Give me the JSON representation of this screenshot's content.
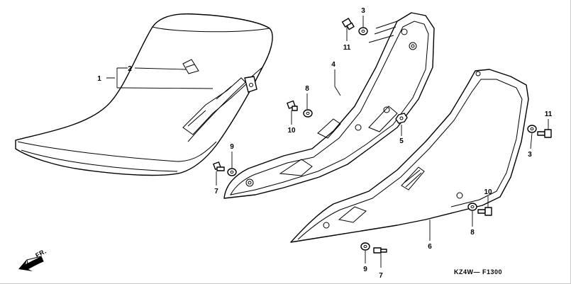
{
  "callouts": {
    "seat_1": "1",
    "seat_2": "2",
    "bolt_3_top": "3",
    "frame_4": "4",
    "nut_5": "5",
    "cover_6": "6",
    "screw_7_left": "7",
    "washer_8_top": "8",
    "washer_9_left": "9",
    "bolt_10_left": "10",
    "bolt_11_top": "11",
    "bolt_11_right": "11",
    "bolt_3_right": "3",
    "bolt_10_right": "10",
    "washer_8_right": "8",
    "cover_6_label": "6",
    "washer_9_bottom": "9",
    "screw_7_bottom": "7"
  },
  "front_indicator": "FR.",
  "diagram_code": "KZ4W— F1300"
}
